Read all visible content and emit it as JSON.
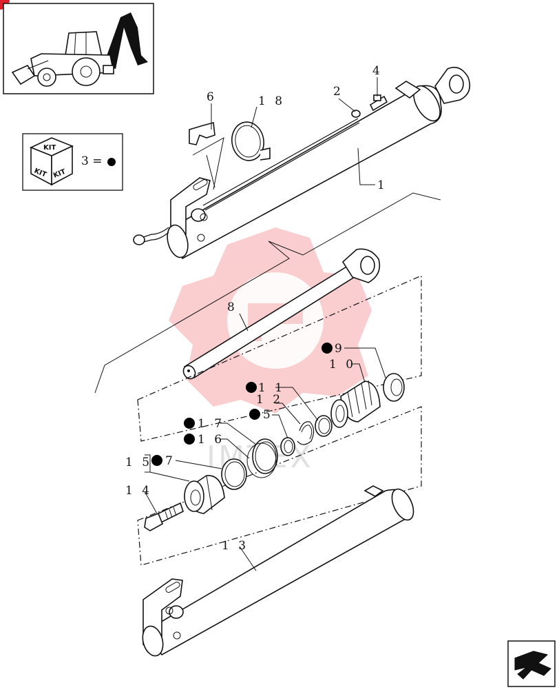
{
  "kit_legend": {
    "kit_text_top": "KIT",
    "kit_text_left": "KIT",
    "kit_text_right": "KIT",
    "equation": "3 ="
  },
  "watermark": {
    "text": "IMTEX",
    "color": "#f0686c"
  },
  "callouts": {
    "c1": "1",
    "c2": "2",
    "c4": "4",
    "c6": "6",
    "c8": "8",
    "c9": "9",
    "c10": "1 0",
    "c11": "1 1",
    "c12": "1 2",
    "c5": "5",
    "c17": "1 7",
    "c16": "1 6",
    "c15": "1 5",
    "c7": "7",
    "c14": "1 4",
    "c13": "1 3",
    "c18": "1 8"
  },
  "colors": {
    "line": "#111111",
    "kit_dot": "#000000",
    "corner_badge": "#e0202a"
  }
}
